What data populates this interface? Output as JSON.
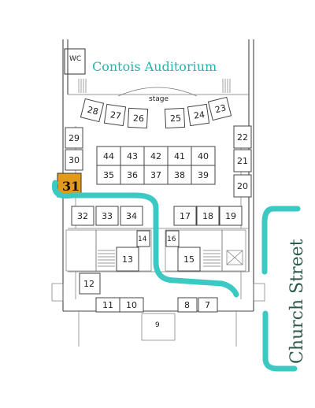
{
  "title": "Contois Auditorium",
  "street": "Church Street",
  "labels": {
    "wc": "WC",
    "stage": "stage"
  },
  "highlight": {
    "booth": "31",
    "color": "#e39a1b"
  },
  "route_color": "#3cc9c4",
  "booths": {
    "stage_left": [
      "28",
      "27",
      "26"
    ],
    "stage_right": [
      "25",
      "24",
      "23"
    ],
    "left_column": [
      "29",
      "30"
    ],
    "right_column": [
      "22",
      "21",
      "20"
    ],
    "center_top": [
      "44",
      "43",
      "42",
      "41",
      "40"
    ],
    "center_bottom": [
      "35",
      "36",
      "37",
      "38",
      "39"
    ],
    "hall_left": [
      "32",
      "33",
      "34"
    ],
    "hall_right": [
      "17",
      "18",
      "19"
    ],
    "stair_left": [
      "14",
      "13"
    ],
    "stair_right": [
      "16",
      "15"
    ],
    "lobby": [
      "12",
      "11",
      "10",
      "8",
      "7",
      "9"
    ]
  }
}
